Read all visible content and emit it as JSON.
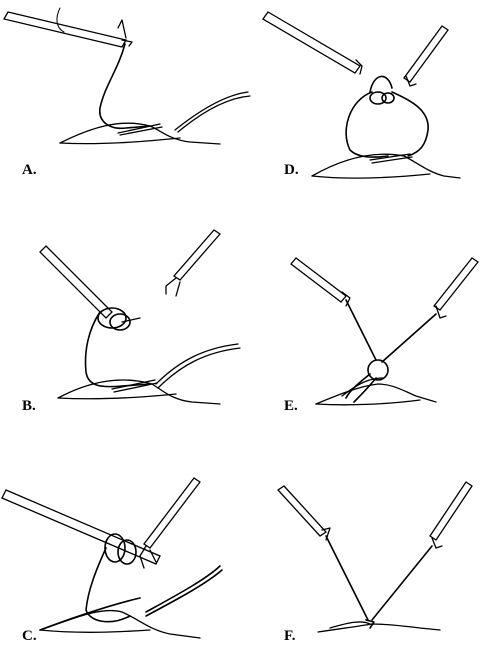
{
  "figure": {
    "panels": [
      {
        "id": "A",
        "label": "A."
      },
      {
        "id": "B",
        "label": "B."
      },
      {
        "id": "C",
        "label": "C."
      },
      {
        "id": "D",
        "label": "D."
      },
      {
        "id": "E",
        "label": "E."
      },
      {
        "id": "F",
        "label": "F."
      }
    ]
  }
}
